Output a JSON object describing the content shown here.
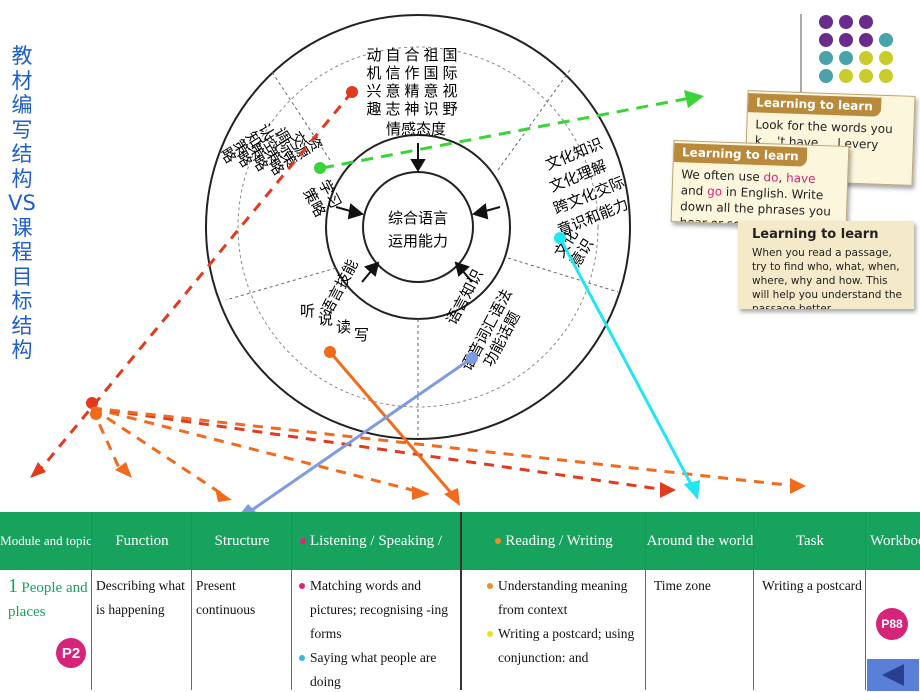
{
  "side_title": "教\n材\n编\n写\n结\n构\nVS\n课\n程\n目\n标\n结\n构",
  "wheel": {
    "center": [
      "综合语言",
      "运用能力"
    ],
    "top_label": "情感态度",
    "top_columns": [
      "动机兴趣",
      "自信意志",
      "合作精神",
      "祖国意识",
      "国际视野"
    ],
    "right_label": [
      "文化",
      "意识"
    ],
    "right_items": [
      "文化知识",
      "文化理解",
      "跨文化交际",
      "意识和能力"
    ],
    "left_label": [
      "学习",
      "策略"
    ],
    "left_items": [
      "认知策略",
      "调控策略",
      "交际策略",
      "资源策略"
    ],
    "bottom_left_label": "语言技能",
    "bottom_left_items": [
      "听",
      "说",
      "读",
      "写"
    ],
    "bottom_right_label": "语言知识",
    "bottom_right_items": [
      "语音词汇语法",
      "功能话题"
    ]
  },
  "cards": [
    {
      "header": "Learning to learn",
      "body": "Look for the words you k... 't have ... l every"
    },
    {
      "header": "Learning to learn",
      "body_parts": [
        "We often use ",
        "do",
        ", ",
        "have",
        " and ",
        "go",
        " in English. Write down all the phrases you hear or see."
      ]
    },
    {
      "header": "Learning to learn",
      "body": "When you read a passage, try to find who, what, when, where, why and how. This will help you understand the passage better."
    }
  ],
  "deco_dot_colors": [
    "#6a2c8c",
    "#4aa3a8",
    "#c9cc2a"
  ],
  "table": {
    "headers": [
      "Module and topic",
      "Function",
      "Structure",
      "Listening / Speaking /",
      "Reading / Writing",
      "Around the world",
      "Task",
      "Workbook"
    ],
    "row": {
      "module_number": "1",
      "module_topic": "People and places",
      "module_page": "P2",
      "function": "Describing what is happening",
      "structure": "Present continuous",
      "listening_speaking": [
        {
          "text": "Matching words and pictures; recognising -ing forms",
          "color": "#e0237c"
        },
        {
          "text": "Saying what people are doing",
          "color": "#36b7e8"
        }
      ],
      "reading_writing": [
        {
          "text": "Understanding meaning from context",
          "color": "#f08a2b"
        },
        {
          "text": "Writing a postcard; using conjunction: and",
          "color": "#e9e021"
        }
      ],
      "around_the_world": "Time zone",
      "task": "Writing a postcard",
      "workbook_page": "P88"
    }
  },
  "colors": {
    "header_green": "#17a35e",
    "pink_badge": "#d6247a",
    "blue_text": "#1f5fc8",
    "red_arrow": "#e23a1e",
    "orange_arrow": "#f26b1d",
    "green_arrow": "#3ad43a",
    "cyan_arrow": "#22e6f2",
    "blue_arrow": "#7e9be0"
  },
  "nav": {
    "back_icon": "back-triangle-icon"
  }
}
